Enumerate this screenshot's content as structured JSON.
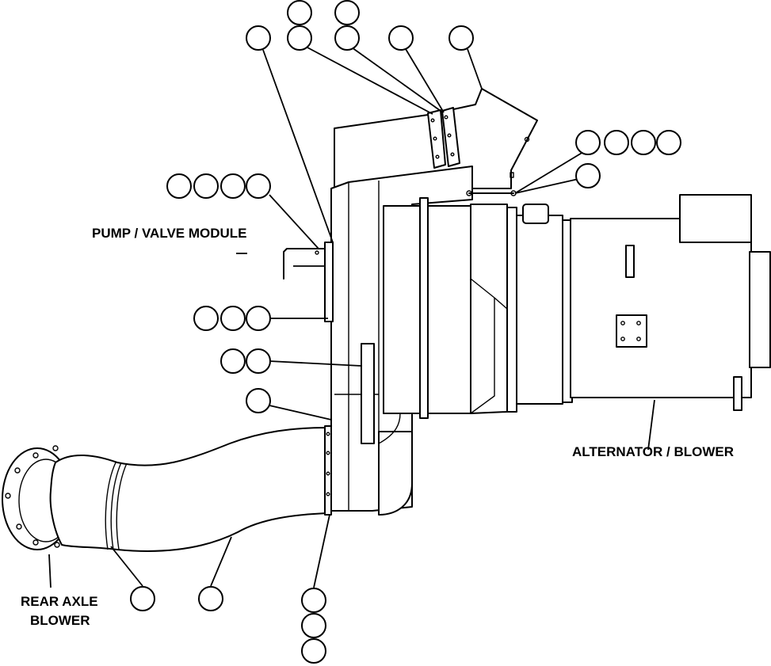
{
  "labels": {
    "pump_valve_module": "PUMP / VALVE MODULE",
    "alternator_blower": "ALTERNATOR / BLOWER",
    "rear_axle_blower_line1": "REAR AXLE",
    "rear_axle_blower_line2": "BLOWER"
  },
  "balloons": [
    {
      "group": "top-row-upper",
      "count": 2,
      "text": ""
    },
    {
      "group": "top-row-lower",
      "count": 5,
      "text": ""
    },
    {
      "group": "right-group",
      "count": 4,
      "text": ""
    },
    {
      "group": "right-single",
      "count": 1,
      "text": ""
    },
    {
      "group": "left-group-pump",
      "count": 4,
      "text": ""
    },
    {
      "group": "left-group-middle",
      "count": 3,
      "text": ""
    },
    {
      "group": "left-group-flange",
      "count": 2,
      "text": ""
    },
    {
      "group": "left-single",
      "count": 1,
      "text": ""
    },
    {
      "group": "bottom-duct",
      "count": 2,
      "text": ""
    },
    {
      "group": "bottom-stack",
      "count": 3,
      "text": ""
    }
  ]
}
